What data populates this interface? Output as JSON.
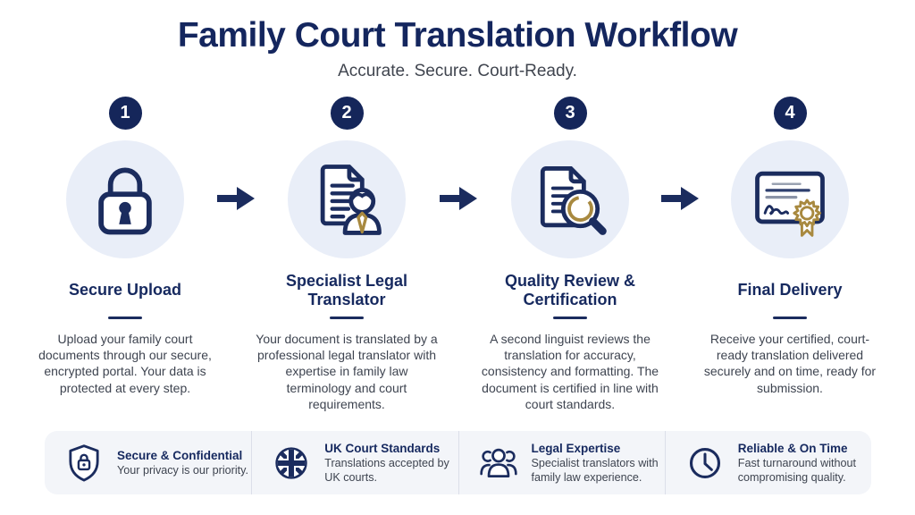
{
  "page": {
    "title": "Family Court Translation Workflow",
    "subtitle": "Accurate. Secure. Court-Ready."
  },
  "colors": {
    "navy": "#1b2c5e",
    "badge_navy": "#15265a",
    "gold": "#a8893f",
    "icon_circle_background": "#e9eef8",
    "feature_bar_background": "#f3f5f9",
    "body_text": "#3e4450"
  },
  "steps": [
    {
      "number": "1",
      "icon": "lock-icon",
      "title": "Secure Upload",
      "description": "Upload your family court documents through our secure, encrypted portal. Your data is protected at every step."
    },
    {
      "number": "2",
      "icon": "translator-document-icon",
      "title": "Specialist Legal Translator",
      "description": "Your document is translated by a professional legal translator with expertise in family law terminology and court requirements."
    },
    {
      "number": "3",
      "icon": "document-magnifier-icon",
      "title": "Quality Review & Certification",
      "description": "A second linguist reviews the translation for accuracy, consistency and formatting. The document is certified in line with court standards."
    },
    {
      "number": "4",
      "icon": "certificate-icon",
      "title": "Final Delivery",
      "description": "Receive your certified, court-ready translation delivered securely and on time, ready for submission."
    }
  ],
  "features": [
    {
      "icon": "shield-lock-icon",
      "title": "Secure & Confidential",
      "description": "Your privacy is our priority."
    },
    {
      "icon": "uk-flag-icon",
      "title": "UK Court Standards",
      "description": "Translations accepted by UK courts."
    },
    {
      "icon": "people-icon",
      "title": "Legal Expertise",
      "description": "Specialist translators with family law experience."
    },
    {
      "icon": "clock-icon",
      "title": "Reliable & On Time",
      "description": "Fast turnaround without compromising quality."
    }
  ]
}
